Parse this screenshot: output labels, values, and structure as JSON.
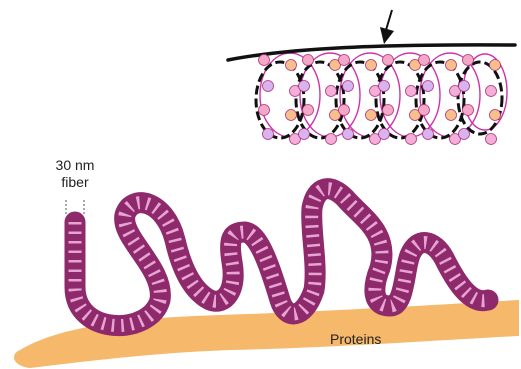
{
  "labels": {
    "fiber_line1": "30 nm",
    "fiber_line2": "fiber",
    "proteins": "Proteins"
  },
  "colors": {
    "scaffold": "#f6b86b",
    "fiber": "#8e2a6b",
    "fiber_stripe": "#e7a3d1",
    "backbone": "#111111",
    "linker": "#cc33aa",
    "nucleosome": "#f4a8c8",
    "arrow": "#111111",
    "background": "#ffffff"
  },
  "icons": {
    "pointer": "arrow-down-icon"
  }
}
